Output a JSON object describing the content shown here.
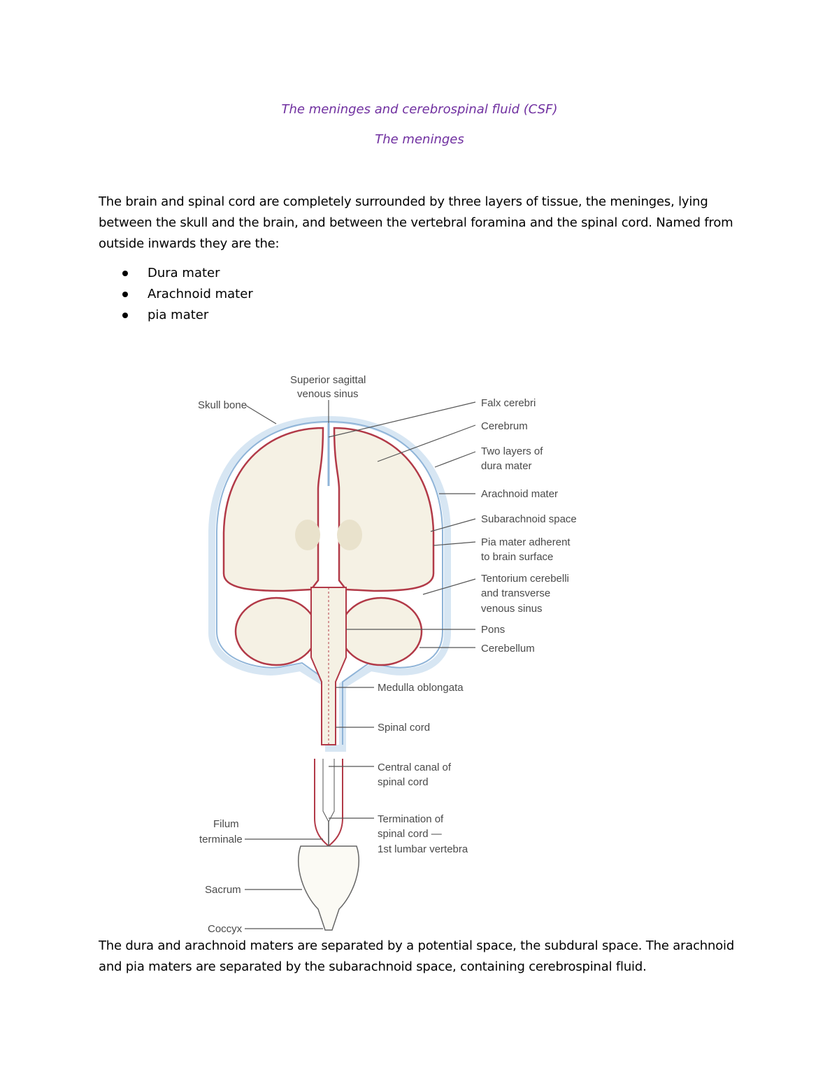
{
  "document": {
    "title": "The meninges and cerebrospinal fluid (CSF)",
    "subtitle": "The meninges",
    "intro_text": "The brain and spinal cord are completely surrounded by three layers of tissue, the meninges, lying between the skull and the brain, and between the vertebral foramina and the spinal cord. Named from outside inwards they are the:",
    "layers": [
      "Dura mater",
      "Arachnoid mater",
      "pia mater"
    ],
    "closing_text": "The dura and arachnoid maters are separated by a potential space, the subdural space. The arachnoid and pia maters are separated by the subarachnoid space, containing cerebrospinal fluid."
  },
  "figure": {
    "labels": {
      "superior_sagittal_1": "Superior sagittal",
      "superior_sagittal_2": "venous sinus",
      "skull_bone": "Skull bone",
      "falx_cerebri": "Falx cerebri",
      "cerebrum": "Cerebrum",
      "dura_1": "Two layers of",
      "dura_2": "dura mater",
      "arachnoid": "Arachnoid mater",
      "subarachnoid": "Subarachnoid space",
      "pia_1": "Pia mater adherent",
      "pia_2": "to brain surface",
      "tentorium_1": "Tentorium cerebelli",
      "tentorium_2": "and transverse",
      "tentorium_3": "venous sinus",
      "pons": "Pons",
      "cerebellum": "Cerebellum",
      "medulla": "Medulla oblongata",
      "spinal_cord": "Spinal cord",
      "central_canal_1": "Central canal of",
      "central_canal_2": "spinal cord",
      "termination_1": "Termination of",
      "termination_2": "spinal cord —",
      "termination_3": "1st lumbar vertebra",
      "filum_1": "Filum",
      "filum_2": "terminale",
      "sacrum": "Sacrum",
      "coccyx": "Coccyx"
    },
    "colors": {
      "dura": "#8fb4d8",
      "arachnoid": "#b23a48",
      "brain_fill": "#f5f1e4",
      "label": "#4a4a4a"
    }
  }
}
